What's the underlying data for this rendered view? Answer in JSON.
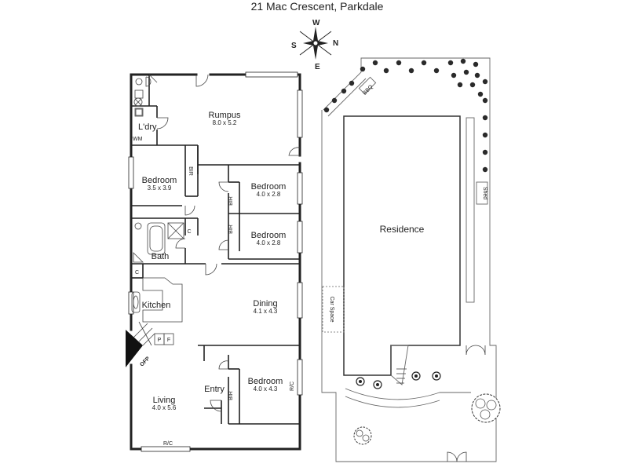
{
  "title": "21 Mac Crescent, Parkdale",
  "compass": {
    "north": "N",
    "south": "S",
    "east": "E",
    "west": "W"
  },
  "rooms": {
    "rumpus": {
      "name": "Rumpus",
      "dims": "8.0 x 5.2"
    },
    "bedroom1": {
      "name": "Bedroom",
      "dims": "3.5 x 3.9"
    },
    "bedroom2": {
      "name": "Bedroom",
      "dims": "4.0 x 2.8"
    },
    "bedroom3": {
      "name": "Bedroom",
      "dims": "4.0 x 2.8"
    },
    "bedroom4": {
      "name": "Bedroom",
      "dims": "4.0 x 4.3"
    },
    "dining": {
      "name": "Dining",
      "dims": "4.1 x 4.3"
    },
    "living": {
      "name": "Living",
      "dims": "4.0 x 5.6"
    },
    "laundry": {
      "name": "L'dry"
    },
    "bath": {
      "name": "Bath"
    },
    "kitchen": {
      "name": "Kitchen"
    },
    "entry": {
      "name": "Entry"
    }
  },
  "fixtures": {
    "wm": "WM",
    "bir": "BIR",
    "cupboard": "C",
    "pantry": "P",
    "fridge": "F",
    "ofp": "OFP",
    "rc": "R/C"
  },
  "site": {
    "residence": "Residence",
    "car_space": "Car Space",
    "bbq": "BBQ",
    "shed": "Shed"
  }
}
